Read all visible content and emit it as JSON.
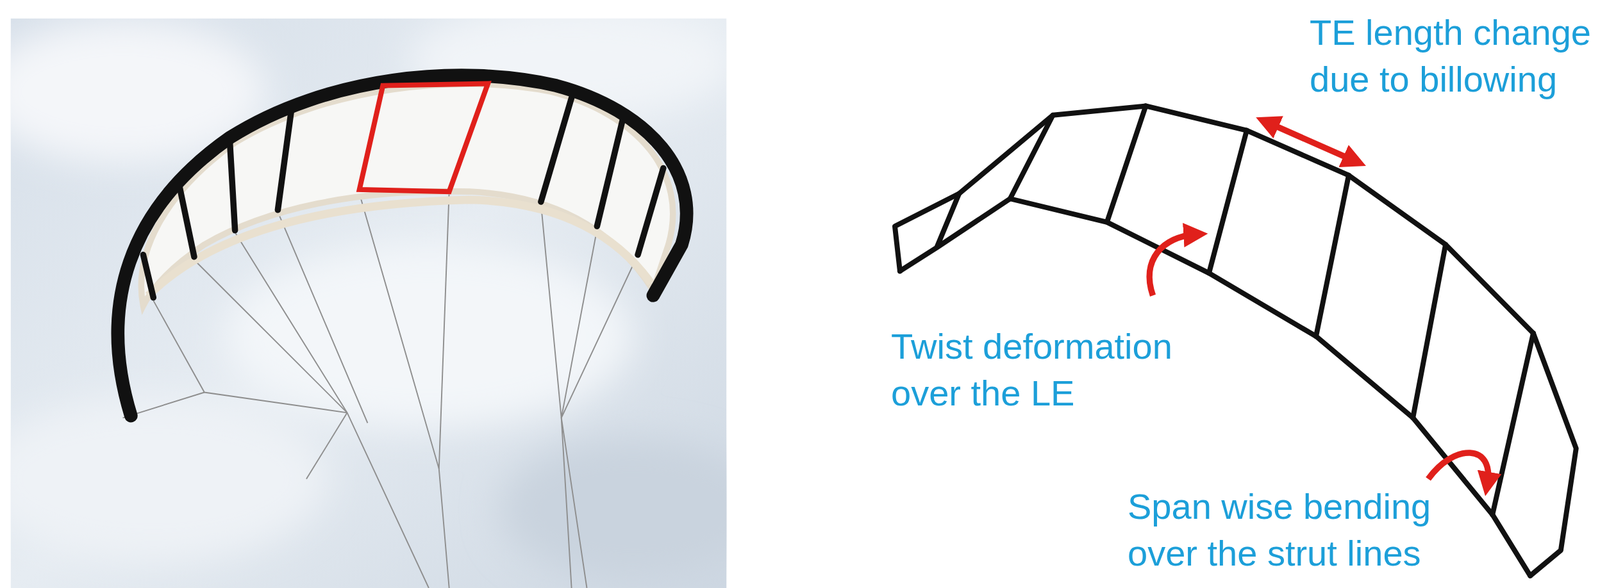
{
  "diagram": {
    "labels": [
      "TE length change due to billowing",
      "Twist deformation over the LE",
      "Span wise bending over the strut lines"
    ]
  }
}
